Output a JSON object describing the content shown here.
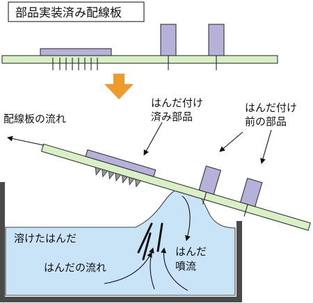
{
  "title": "部品実装済み配線板",
  "labels": {
    "board_flow": "配線板の流れ",
    "mounted_part_line1": "はんだ付け",
    "mounted_part_line2": "済み部品",
    "before_part_line1": "はんだ付け",
    "before_part_line2": "前の部品",
    "molten_solder": "溶けたはんだ",
    "solder_flow": "はんだの流れ",
    "jet_line1": "はんだ",
    "jet_line2": "噴流"
  },
  "colors": {
    "board": "#d9f0c6",
    "component": "#b6b1d8",
    "solder": "#c9e3f7",
    "arrow": "#f09a2e",
    "tank": "#4a4a4a"
  }
}
